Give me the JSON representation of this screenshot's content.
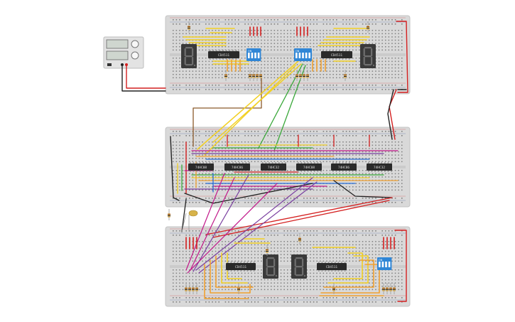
{
  "scene": "breadboard-circuit",
  "colors": {
    "breadboard": "#d9d9d9",
    "breadboard_edge": "#c4c4c4",
    "hole": "#7f7f7f",
    "rail_red": "#d62828",
    "rail_blue": "#2b4c8c",
    "chip": "#2a2a2a",
    "seven_segment": "#3a3a3a",
    "segment_off": "#6e6e6e",
    "dip_switch": "#2f86d6",
    "wire_yellow": "#f2d024",
    "wire_orange": "#f0a030",
    "wire_red": "#d42020",
    "wire_black": "#222222",
    "wire_green": "#3aa83a",
    "wire_purple": "#7a3fa0",
    "wire_magenta": "#c2188a",
    "wire_brown": "#8b5a2b",
    "wire_blue": "#2a6fd6",
    "power_supply": "#e3e3e3"
  },
  "top_board": {
    "chip_labels": [
      "CD4511",
      "CD4511"
    ]
  },
  "middle_board": {
    "chip_labels": [
      "74HC08",
      "74HC86",
      "74HC32",
      "74HC08",
      "74HC86",
      "74HC32"
    ]
  },
  "bottom_board": {
    "chip_labels": [
      "CD4511",
      "CD4511"
    ]
  },
  "switch_labels": [
    "ON",
    "ON",
    "ON"
  ],
  "icons": [
    "power-supply-icon",
    "led-icon",
    "resistor-icon",
    "seven-segment-display-icon",
    "dip-switch-icon"
  ]
}
